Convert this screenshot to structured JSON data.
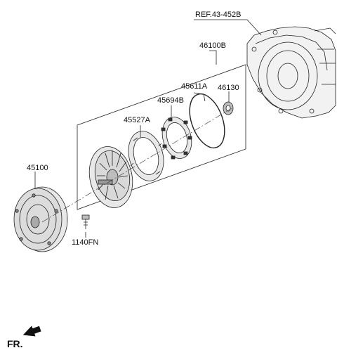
{
  "labels": {
    "ref": "REF.43-452B",
    "assembly": "46100B",
    "ring": "45611A",
    "seal": "46130",
    "plate": "45694B",
    "gear": "45527A",
    "converter": "45100",
    "bolt": "1140FN"
  },
  "front_indicator": "FR.",
  "colors": {
    "line": "#222222",
    "housing_fill": "#f2f2f2",
    "part_fill": "#e8e8e8",
    "dark_part": "#bdbdbd"
  }
}
